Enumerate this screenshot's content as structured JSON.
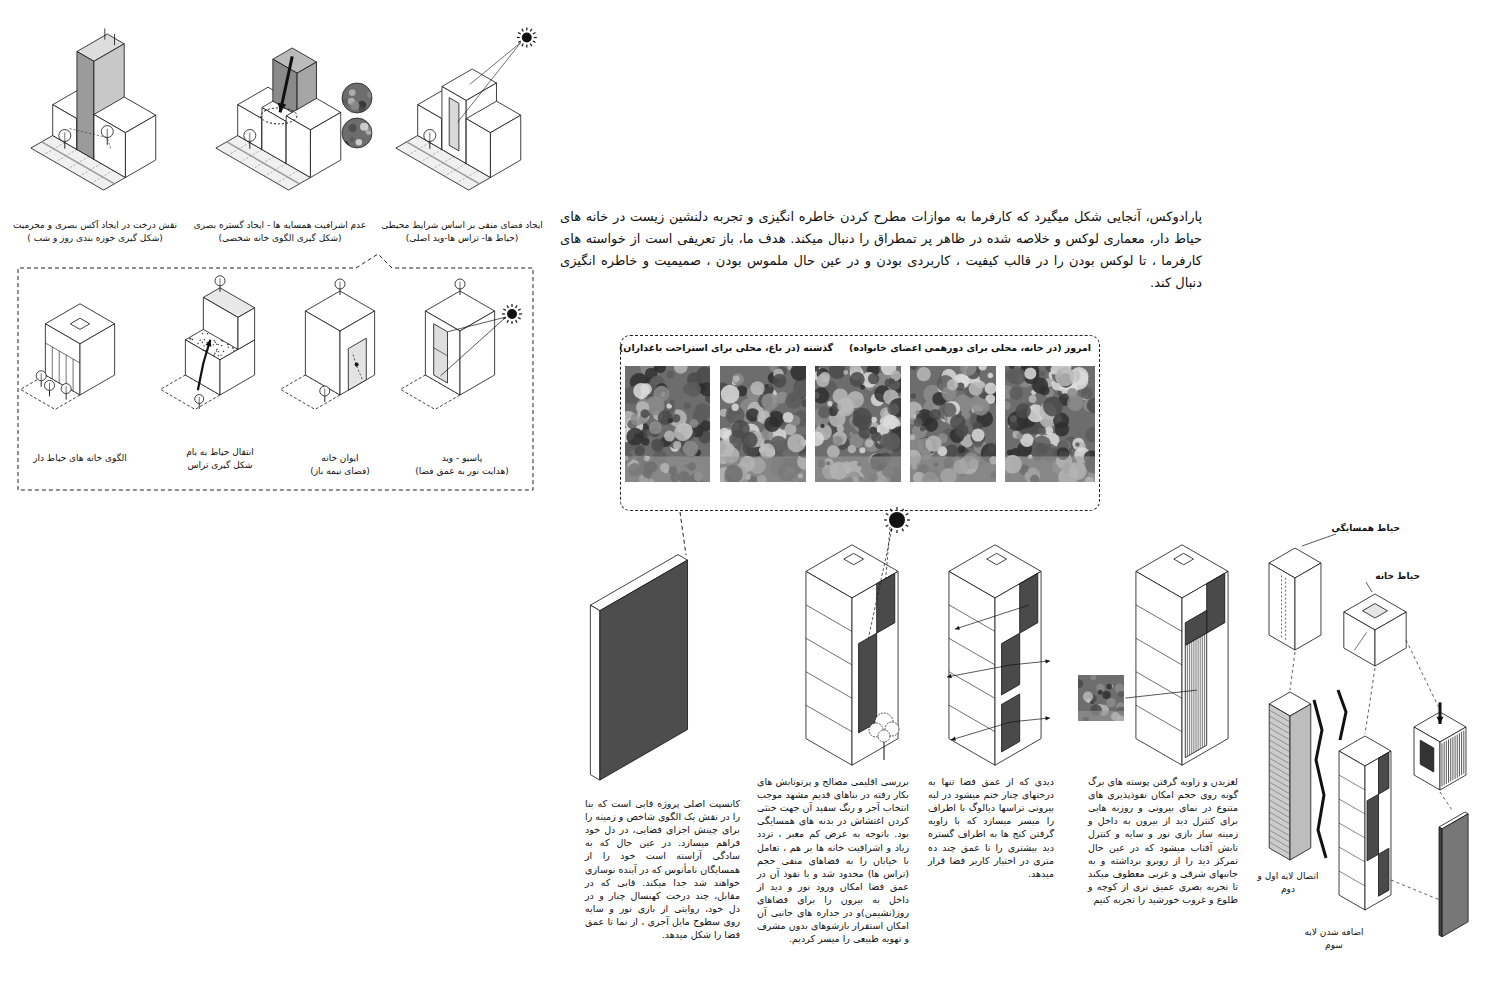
{
  "diagram": {
    "nodes": [
      {
        "text": [
          "امروز (در خانه، محلی برای دورهمی اعضای خانواده)",
          "گذشته (در باغ، محلی برای استراحت باغداران)"
        ]
      }
    ],
    "labels": [
      "ایجاد فضای منفی بر اساس شرایط محیطی",
      "(حیاط ها- تراس ها-وید اصلی)",
      "عدم اشرافیت همسایه ها - ایجاد گستره بصری",
      "(شکل گیری الگوی خانه شخصی)",
      "نقش درخت در ایجاد آکس بصری و محرمیت",
      "(شکل گیری حوزه بندی روز و شب )",
      "پاسیو - وید",
      "(هدایت نور به عمق فضا)",
      "ایوان خانه",
      "(فضای نیمه باز)",
      "انتقال حیاط به بام",
      "شکل گیری تراس",
      "الگوی خانه های حیاط دار",
      "پارادوکس، آنجایی شکل میگیرد که کارفرما به موازات مطرح کردن خاطره انگیزی و تجربه دلنشین زیست در خانه های حیاط دار، معماری لوکس و خلاصه شده در ظاهر پر تمطراق را دنبال میکند. هدف ما، باز تعریفی است از خواسته های کارفرما ، تا لوکس بودن را در قالب کیفیت ، کاربردی بودن و در عین حال ملموس بودن ، صمیمیت و خاطره انگیزی دنبال کند.",
      "لغزیدن و زاویه گرفتن پوسته های برگ گونه روی حجم امکان نفوذپذیری های متنوع در نمای بیرونی و روزنه هایی برای کنترل دید از بیرون به داخل و زمینه ساز بازی نور و سایه و کنترل تابش آفتاب میشود که در عین حال تمرکز دید را از روبرو برداشته و به جانبهای شرقی و غربی معطوف میکند تا تجربه بصری عمیق تری از کوچه و طلوع و غروب خورشید را تجربه کنیم",
      "دیدی که از عمق فضا تنها به درختهای چنار ختم میشود در لبه بیرونی تراسها دیالوگ با اطراف را میسر میسازد که با زاویه گرفتن کنج ها به اطراف گستره دید بیشتری را تا عمق چند ده متری در اختیار کاربر فضا قرار میدهد.",
      "بررسی اقلیمی مصالح و پرتوتابش های بکار رفته در بناهای قدیم مشهد موجب انتخاب آجر و رنگ سفید آن جهت خنثی کردن اغتشاش در بدنه های همسایگی بود. باتوجه به عرض کم معبر ، تردد زیاد و اشرافیت خانه ها بر هم ، تعامل با خیابان را به فضاهای منفی حجم (تراس ها) محدود شد و با نفوذ آن در عمق فضا امکان ورود نور و دید از داخل به بیرون را برای فضاهای روز(نشیمن)و در جداره های جانبی آن امکان استقرار بازشوهای بدون مشرف و تهویه طبیعی را میسر کردیم.",
      "کانسپت اصلی پروژه قابی است که بنا را در نقش یک الگوی شاخص و زمینه را برای چینش اجزای فضایی، در دل خود فراهم میسازد. در عین حال که به سادگی آراسته است خود را از همسایگان نامأنوس که در آینده نوسازی خواهند شد جدا میکند. قابی که در مقابل، چند درخت کهنسال چنار و در دل خود، روایتی از بازی نور و سایه روی سطوح مایل آجری ، از نما تا عمق فضا را شکل میدهد.",
      "حیاط همسایگی",
      "حیاط خانه",
      "اتصال لایه اول و دوم",
      "اضافه شدن لایه سوم"
    ]
  }
}
